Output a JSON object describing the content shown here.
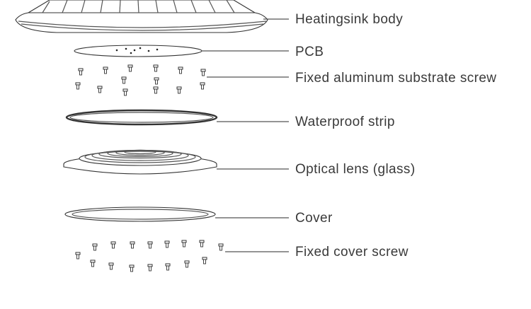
{
  "labels": {
    "heatsink": "Heatingsink body",
    "pcb": "PCB",
    "substrate_screw": "Fixed aluminum substrate screw",
    "waterproof_strip": "Waterproof strip",
    "optical_lens": "Optical lens (glass)",
    "cover": "Cover",
    "cover_screw": "Fixed cover screw"
  },
  "colors": {
    "line": "#555555",
    "text": "#3a3a3a",
    "part_stroke": "#333333"
  }
}
